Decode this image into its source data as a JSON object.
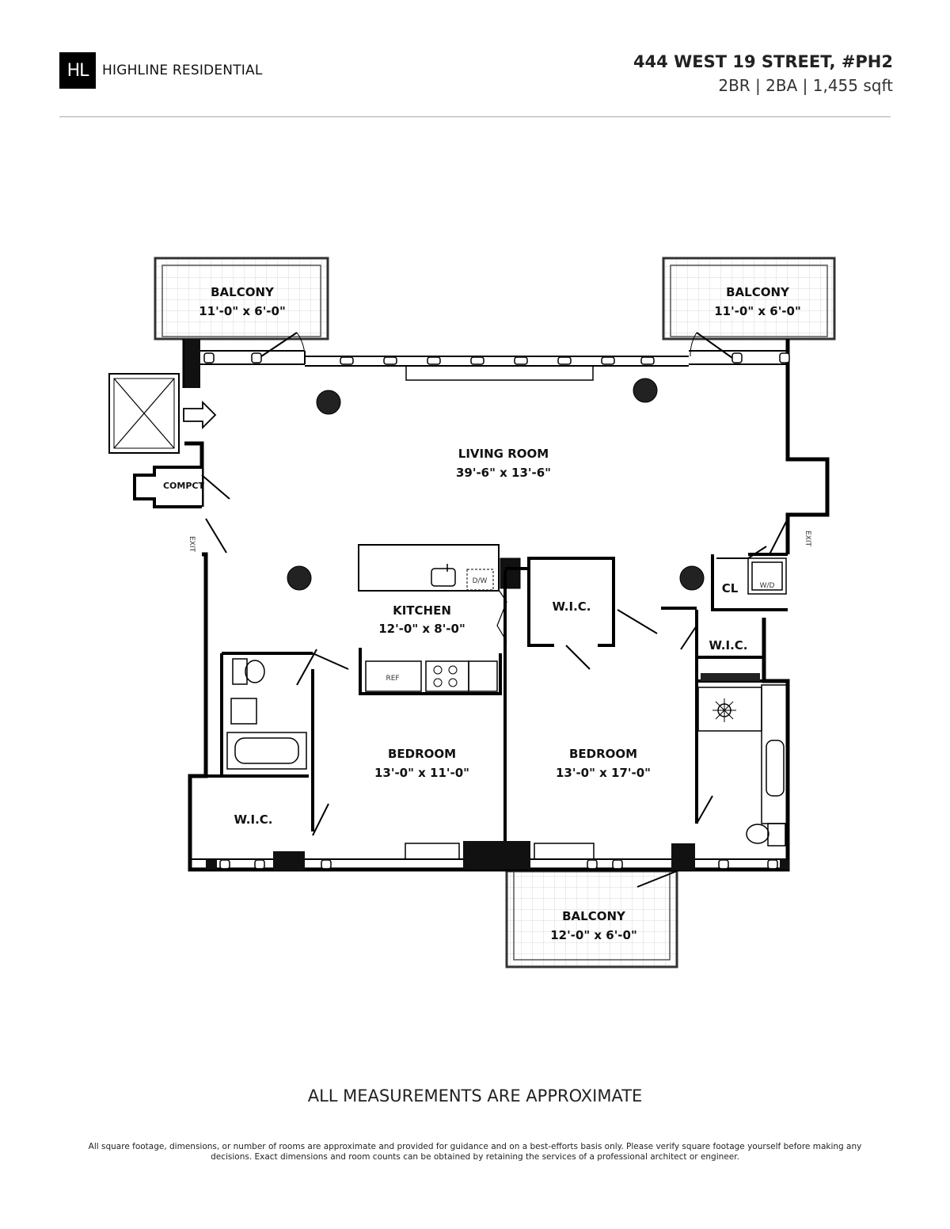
{
  "header": {
    "logo_mark": "HL",
    "brand": "HIGHLINE RESIDENTIAL",
    "address": "444 WEST 19 STREET, #PH2",
    "summary": "2BR | 2BA | 1,455 sqft"
  },
  "floorplan": {
    "balcony_nw": {
      "name": "BALCONY",
      "dims": "11'-0\" x 6'-0\""
    },
    "balcony_ne": {
      "name": "BALCONY",
      "dims": "11'-0\" x 6'-0\""
    },
    "balcony_s": {
      "name": "BALCONY",
      "dims": "12'-0\" x 6'-0\""
    },
    "living_room": {
      "name": "LIVING ROOM",
      "dims": "39'-6\" x 13'-6\""
    },
    "kitchen": {
      "name": "KITCHEN",
      "dims": "12'-0\" x 8'-0\""
    },
    "bedroom_1": {
      "name": "BEDROOM",
      "dims": "13'-0\" x 11'-0\""
    },
    "bedroom_2": {
      "name": "BEDROOM",
      "dims": "13'-0\" x 17'-0\""
    },
    "wic_1": "W.I.C.",
    "wic_2": "W.I.C.",
    "wic_3": "W.I.C.",
    "closet": "CL",
    "washer_dryer": "W/D",
    "dishwasher": "D/W",
    "refrigerator": "REF",
    "compactor": "COMPCT",
    "exit_left": "EXIT",
    "exit_right": "EXIT"
  },
  "footer": {
    "note": "ALL MEASUREMENTS ARE APPROXIMATE",
    "disclaimer": "All square footage, dimensions, or number of rooms are approximate and provided for guidance and on a best-efforts basis only. Please verify square footage yourself before making any decisions. Exact dimensions and room counts can be obtained by retaining the services of a professional architect or engineer."
  }
}
